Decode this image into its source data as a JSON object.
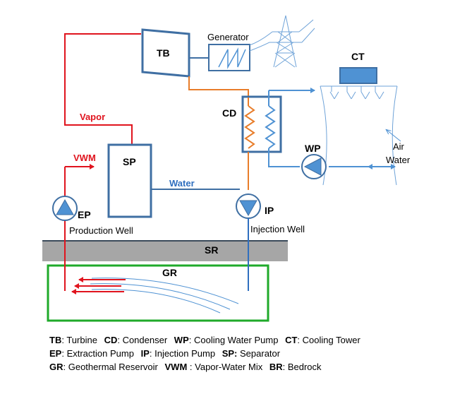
{
  "colors": {
    "vapor": "#e0141e",
    "steam": "#e87d2a",
    "water": "#2f6fbf",
    "cooling": "#4f92d3",
    "box": "#3f6fa3",
    "pump_fill": "#4f92d3",
    "reservoir": "#1faa2a",
    "bedrock": "#a6a6a6"
  },
  "labels": {
    "tb": "TB",
    "generator": "Generator",
    "ct": "CT",
    "cd": "CD",
    "vapor": "Vapor",
    "vwm": "VWM",
    "sp": "SP",
    "wp": "WP",
    "air": "Air",
    "water_ct": "Water",
    "water_pipe": "Water",
    "ep": "EP",
    "ip": "IP",
    "production_well": "Production Well",
    "injection_well": "Injection Well",
    "sr": "SR",
    "gr": "GR"
  },
  "legend": [
    [
      {
        "abbr": "TB",
        "text": ": Turbine"
      },
      {
        "abbr": "CD",
        "text": ": Condenser"
      },
      {
        "abbr": "WP",
        "text": ": Cooling Water Pump"
      },
      {
        "abbr": "CT",
        "text": ": Cooling Tower"
      }
    ],
    [
      {
        "abbr": "EP",
        "text": ": Extraction Pump"
      },
      {
        "abbr": "IP",
        "text": ": Injection Pump"
      },
      {
        "abbr": "SP:",
        "text": " Separator"
      }
    ],
    [
      {
        "abbr": "GR",
        "text": ": Geothermal Reservoir"
      },
      {
        "abbr": "VWM",
        "text": " : Vapor-Water Mix"
      },
      {
        "abbr": "BR",
        "text": ": Bedrock"
      }
    ]
  ]
}
